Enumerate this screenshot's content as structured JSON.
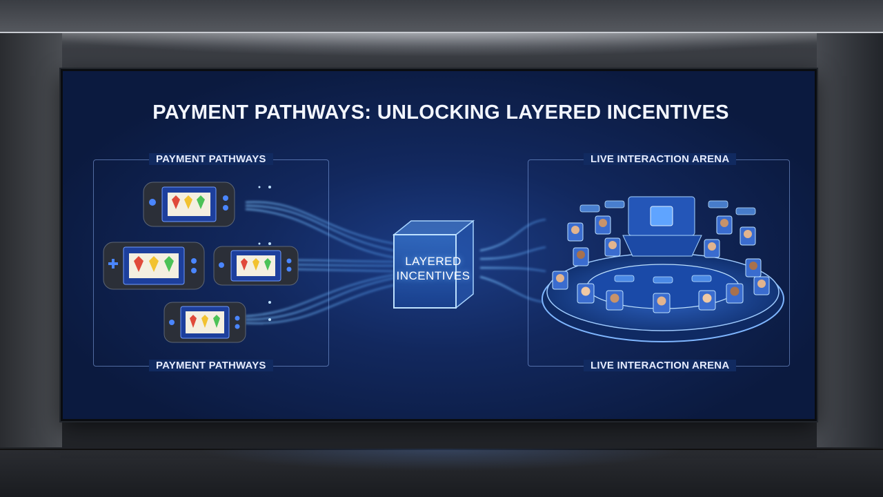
{
  "title": "PAYMENT PATHWAYS: UNLOCKING LAYERED INCENTIVES",
  "left_panel": {
    "label_top": "PAYMENT PATHWAYS",
    "label_bottom": "PAYMENT PATHWAYS"
  },
  "center": {
    "line1": "LAYERED",
    "line2": "INCENTIVES"
  },
  "right_panel": {
    "label_top": "LIVE INTERACTION ARENA",
    "label_bottom": "LIVE INTERACTION ARENA"
  },
  "colors": {
    "screen_bg": "#12285e",
    "accent_glow": "#6fb4ff",
    "console_body": "#2b2f38",
    "reel_red": "#e04a3a",
    "reel_yellow": "#f2c230",
    "reel_green": "#4cc257"
  },
  "icons": [
    "handheld-console-icon",
    "slot-reel-icon",
    "cube-icon",
    "avatar-icon",
    "stadium-arena-icon",
    "screen-display-icon"
  ]
}
